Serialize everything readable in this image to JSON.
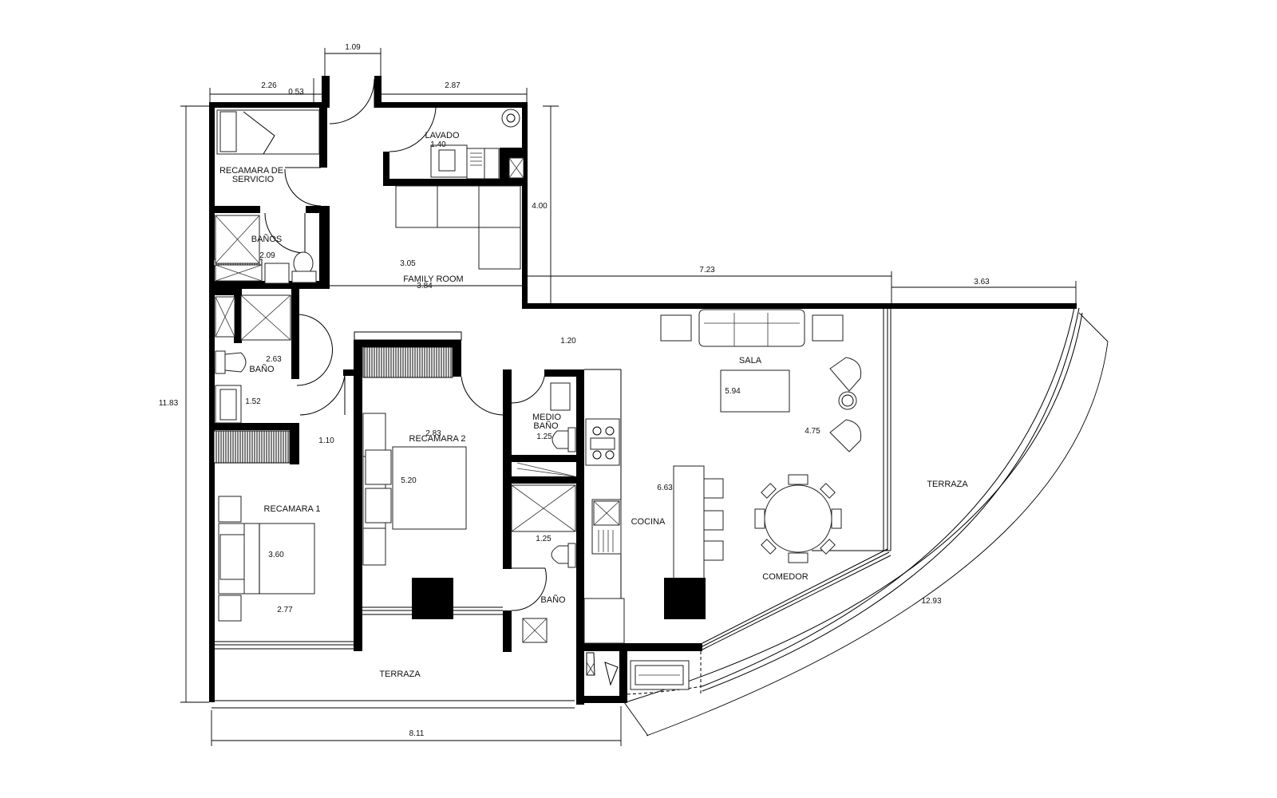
{
  "title": "Floor plan - apartment layout",
  "rooms": {
    "recamara_servicio": "RECAMARA DE SERVICIO",
    "recamara_servicio_line1": "RECAMARA DE",
    "recamara_servicio_line2": "SERVICIO",
    "lavado": "LAVADO",
    "banos": "BAÑOS",
    "family_room": "FAMILY ROOM",
    "bano_1": "BAÑO",
    "recamara_1": "RECAMARA 1",
    "recamara_2": "RECAMARA 2",
    "medio_bano_line1": "MEDIO",
    "medio_bano_line2": "BAÑO",
    "bano_2": "BAÑO",
    "cocina": "COCINA",
    "sala": "SALA",
    "comedor": "COMEDOR",
    "terraza_main": "TERRAZA",
    "terraza_bottom": "TERRAZA"
  },
  "dimensions": {
    "top_entry": "1.09",
    "top_left": "2.26",
    "top_left_small": "0.53",
    "top_right": "2.87",
    "lavado_width": "1.40",
    "servicio_width": "2.09",
    "right_upper": "4.00",
    "family_room_depth": "3.05",
    "family_room_width": "3.84",
    "living_top": "7.23",
    "terraza_top": "3.63",
    "overall_height": "11.83",
    "hall_gap": "1.20",
    "bano_height": "2.63",
    "bano_width": "1.52",
    "hall_width": "1.10",
    "recamara2_width": "2.83",
    "medio_bano_width": "1.25",
    "sala_width": "5.94",
    "sala_depth": "4.75",
    "recamara2_depth": "5.20",
    "cocina_depth": "6.63",
    "bano2_width": "1.25",
    "recamara1_depth": "3.60",
    "recamara1_width": "2.77",
    "arc_length": "12.93",
    "overall_width": "8.11"
  }
}
